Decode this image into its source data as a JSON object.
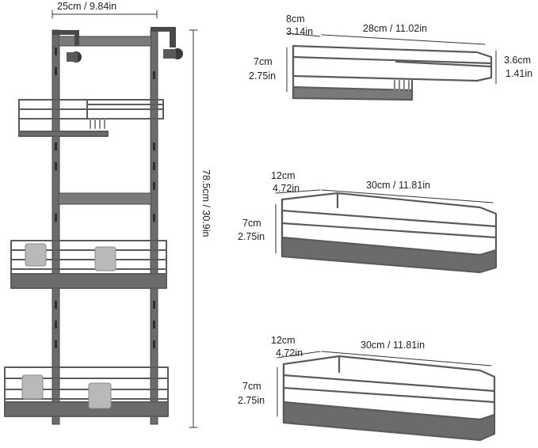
{
  "colors": {
    "metal": "#6b6b6d",
    "metal_dark": "#4a4a4c",
    "metal_light": "#9a9a9c",
    "hook": "#b9b9bc",
    "dim_line": "#333333",
    "text": "#222222"
  },
  "rack": {
    "width": "25cm / 9.84in",
    "height": "78.5cm / 30.9in"
  },
  "basket_small": {
    "depth_cm": "8cm",
    "depth_in": "3.14in",
    "length": "28cm / 11.02in",
    "height_cm": "7cm",
    "height_in": "2.75in",
    "inner_cm": "3.6cm",
    "inner_in": "1.41in"
  },
  "basket_middle": {
    "depth_cm": "12cm",
    "depth_in": "4.72in",
    "length": "30cm / 11.81in",
    "height_cm": "7cm",
    "height_in": "2.75in"
  },
  "basket_bottom": {
    "depth_cm": "12cm",
    "depth_in": "4.72in",
    "length": "30cm / 11.81in",
    "height_cm": "7cm",
    "height_in": "2.75in"
  }
}
